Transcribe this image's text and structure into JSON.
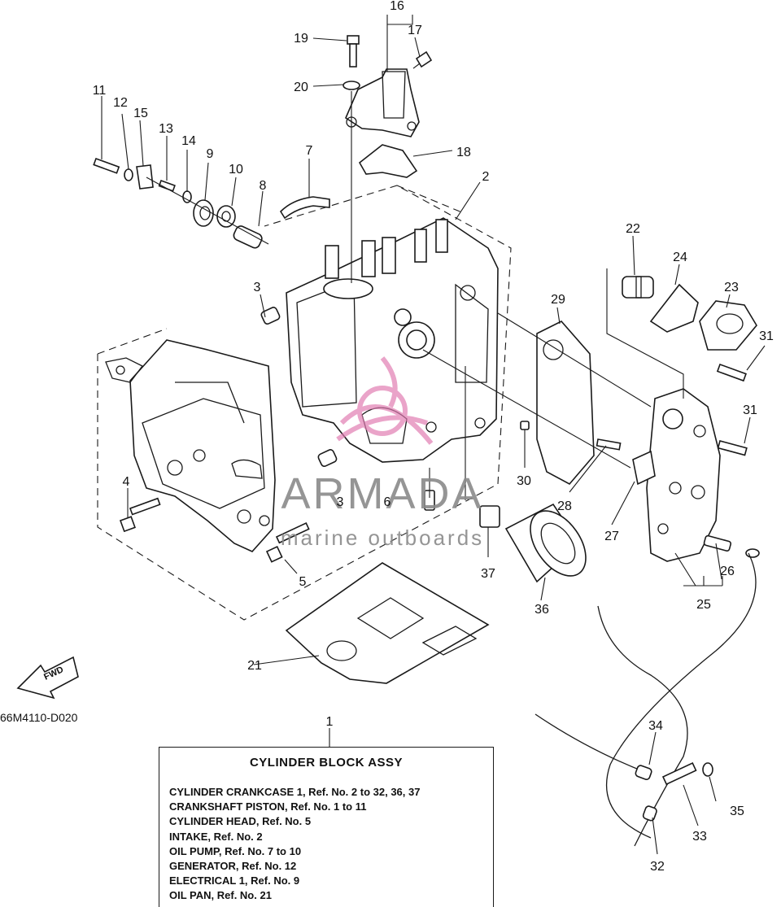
{
  "diagram": {
    "drawing_code": "66M4110-D020",
    "fwd_label": "FWD",
    "watermark": {
      "brand": "ARMADA",
      "tagline": "marine outboards",
      "logo_color": "#e07ab0",
      "text_color": "#8a8a8a"
    },
    "callouts": {
      "c1": "1",
      "c2": "2",
      "c3a": "3",
      "c3b": "3",
      "c4": "4",
      "c5": "5",
      "c6": "6",
      "c7": "7",
      "c8": "8",
      "c9": "9",
      "c10": "10",
      "c11": "11",
      "c12": "12",
      "c13": "13",
      "c14": "14",
      "c15": "15",
      "c16": "16",
      "c17": "17",
      "c18": "18",
      "c19": "19",
      "c20": "20",
      "c21": "21",
      "c22": "22",
      "c23": "23",
      "c24": "24",
      "c25": "25",
      "c26": "26",
      "c27": "27",
      "c28": "28",
      "c29": "29",
      "c30": "30",
      "c31a": "31",
      "c31b": "31",
      "c32": "32",
      "c33": "33",
      "c34": "34",
      "c35": "35",
      "c36": "36",
      "c37": "37"
    },
    "assy": {
      "title": "CYLINDER BLOCK ASSY",
      "lines": [
        "CYLINDER CRANKCASE 1, Ref. No. 2 to 32, 36, 37",
        "CRANKSHAFT PISTON,  Ref. No. 1 to 11",
        "CYLINDER HEAD, Ref. No. 5",
        "INTAKE, Ref. No. 2",
        "OIL PUMP, Ref. No. 7 to 10",
        "GENERATOR, Ref. No. 12",
        "ELECTRICAL 1, Ref. No. 9",
        "OIL PAN, Ref. No. 21"
      ]
    }
  }
}
